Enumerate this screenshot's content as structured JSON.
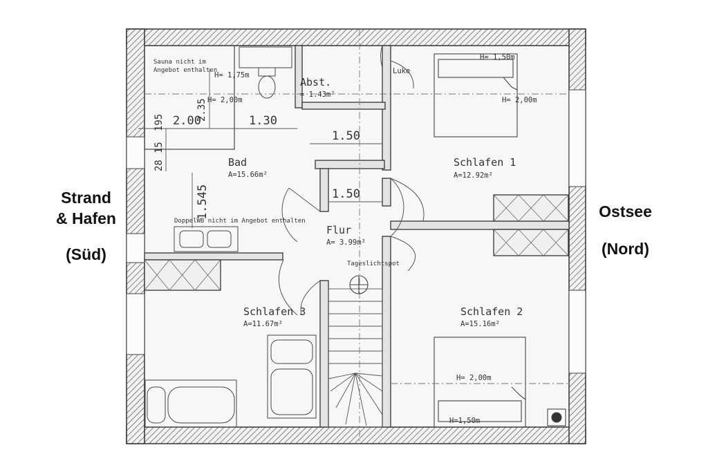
{
  "labels": {
    "south_line1": "Strand",
    "south_line2": "& Hafen",
    "south_dir": "(Süd)",
    "north_name": "Ostsee",
    "north_dir": "(Nord)"
  },
  "rooms": {
    "bad": {
      "name": "Bad",
      "area": "A=15.66m²"
    },
    "abst": {
      "name": "Abst.",
      "area": "= 1.43m²"
    },
    "flur": {
      "name": "Flur",
      "area": "A= 3.99m²"
    },
    "schlafen1": {
      "name": "Schlafen 1",
      "area": "A=12.92m²"
    },
    "schlafen2": {
      "name": "Schlafen 2",
      "area": "A=15.16m²"
    },
    "schlafen3": {
      "name": "Schlafen 3",
      "area": "A=11.67m²"
    }
  },
  "notes": {
    "sauna_line1": "Sauna nicht im",
    "sauna_line2": "Angebot enthalten",
    "doppelwb": "DoppelWB nicht im Angebot enthalten",
    "luke": "Luke",
    "tageslichtspot": "Tageslichtspot"
  },
  "heights": {
    "h175": "H= 1,75m",
    "h200a": "H= 2,00m",
    "h150a": "H= 1,50m",
    "h200b": "H= 2,00m",
    "h200c": "H= 2,00m",
    "h150b": "H=1,50m"
  },
  "dimensions": {
    "d200": "2.00",
    "d130": "1.30",
    "d150a": "1.50",
    "d150b": "1.50",
    "d1545": "1.545",
    "d235": "2.35",
    "d195": "195",
    "d15": "15",
    "d28": "28"
  },
  "colors": {
    "wall_hatch": "#555555",
    "line": "#444444",
    "paper": "#f7f7f7"
  }
}
